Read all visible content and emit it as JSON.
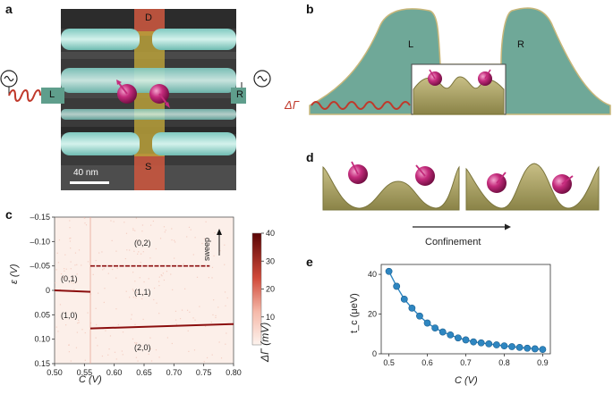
{
  "panels": {
    "a": "a",
    "b": "b",
    "c": "c",
    "d": "d",
    "e": "e"
  },
  "panel_a": {
    "gate_top": "D",
    "gate_bottom": "S",
    "lead_left": "L",
    "lead_right": "R",
    "scale_bar": "40 nm"
  },
  "panel_b": {
    "left_label": "L",
    "right_label": "R",
    "delta_gamma": "ΔΓ"
  },
  "panel_d": {
    "arrow_label": "Confinement"
  },
  "colors": {
    "teal": "#5f9e8c",
    "olive": "#a9a063",
    "magenta": "#b0206e",
    "gate_red": "#c8563f",
    "wave_red": "#c0392b",
    "marker_blue": "#2e86c1"
  },
  "chart_data": [
    {
      "type": "heatmap",
      "xlabel": "C (V)",
      "ylabel": "ε (V)",
      "colorbar_label": "ΔΓ (mV)",
      "xlim": [
        0.5,
        0.8
      ],
      "ylim": [
        0.15,
        -0.15
      ],
      "xticks": [
        "0.50",
        "0.55",
        "0.60",
        "0.65",
        "0.70",
        "0.75",
        "0.80"
      ],
      "yticks": [
        "–0.15",
        "–0.10",
        "–0.05",
        "0",
        "0.05",
        "0.10",
        "0.15"
      ],
      "colorbar_ticks": [
        "10",
        "20",
        "30",
        "40"
      ],
      "colorbar_range": [
        0,
        40
      ],
      "sweep_label": "sweep",
      "regions": [
        "(0,2)",
        "(0,1)",
        "(1,1)",
        "(1,0)",
        "(2,0)"
      ],
      "transitions": [
        {
          "name": "(0,1)-(1,1)",
          "x": [
            0.5,
            0.56
          ],
          "y": [
            0.0,
            0.003
          ]
        },
        {
          "name": "(0,2)-(1,1)",
          "x": [
            0.56,
            0.76
          ],
          "y": [
            -0.05,
            -0.05
          ]
        },
        {
          "name": "(1,1)-(2,0)",
          "x": [
            0.56,
            0.8
          ],
          "y": [
            0.078,
            0.069
          ]
        }
      ]
    },
    {
      "type": "line",
      "xlabel": "C (V)",
      "ylabel": "t_c (μeV)",
      "xlim": [
        0.48,
        0.92
      ],
      "ylim": [
        0,
        45
      ],
      "xticks": [
        "0.5",
        "0.6",
        "0.7",
        "0.8",
        "0.9"
      ],
      "yticks": [
        "0",
        "20",
        "40"
      ],
      "series": [
        {
          "x": [
            0.5,
            0.52,
            0.54,
            0.56,
            0.58,
            0.6,
            0.62,
            0.64,
            0.66,
            0.68,
            0.7,
            0.72,
            0.74,
            0.76,
            0.78,
            0.8,
            0.82,
            0.84,
            0.86,
            0.88,
            0.9
          ],
          "values": [
            41.5,
            34.0,
            27.5,
            23.0,
            19.0,
            15.5,
            13.0,
            11.0,
            9.5,
            8.0,
            7.0,
            6.0,
            5.5,
            5.0,
            4.5,
            4.0,
            3.6,
            3.2,
            2.8,
            2.5,
            2.2
          ]
        }
      ]
    }
  ]
}
